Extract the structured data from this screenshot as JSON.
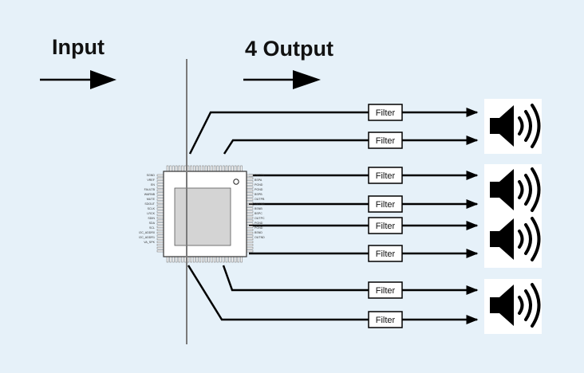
{
  "labels": {
    "input": "Input",
    "output": "4 Output"
  },
  "filter_label": "Filter",
  "chip": {
    "marking": "",
    "left_pins": [
      "SGND",
      "VREF",
      "EN",
      "FAULTB",
      "WARNB",
      "MUTE",
      "SDOUT",
      "SCLK",
      "LRCK",
      "SDIN",
      "SDA",
      "SCL",
      "I2C_ADDR0",
      "I2C_ADDR1",
      "VA_SPK"
    ],
    "right_pins": [
      "OUTPA",
      "BSPA",
      "PGND",
      "PGND",
      "BSPB",
      "OUTPB",
      "OUTNB",
      "BSNB",
      "BSPC",
      "OUTPC",
      "PGND",
      "PGND",
      "BSND",
      "OUTND",
      ""
    ]
  },
  "colors": {
    "background": "#e6f1f9",
    "line": "#000000",
    "filter_box": "#ffffff",
    "speaker_panel": "#ffffff",
    "chip_body": "#ffffff",
    "chip_core": "#d4d4d4",
    "divider": "#7a7a7a"
  },
  "icons": [
    "arrow-right-icon",
    "speaker-icon"
  ]
}
